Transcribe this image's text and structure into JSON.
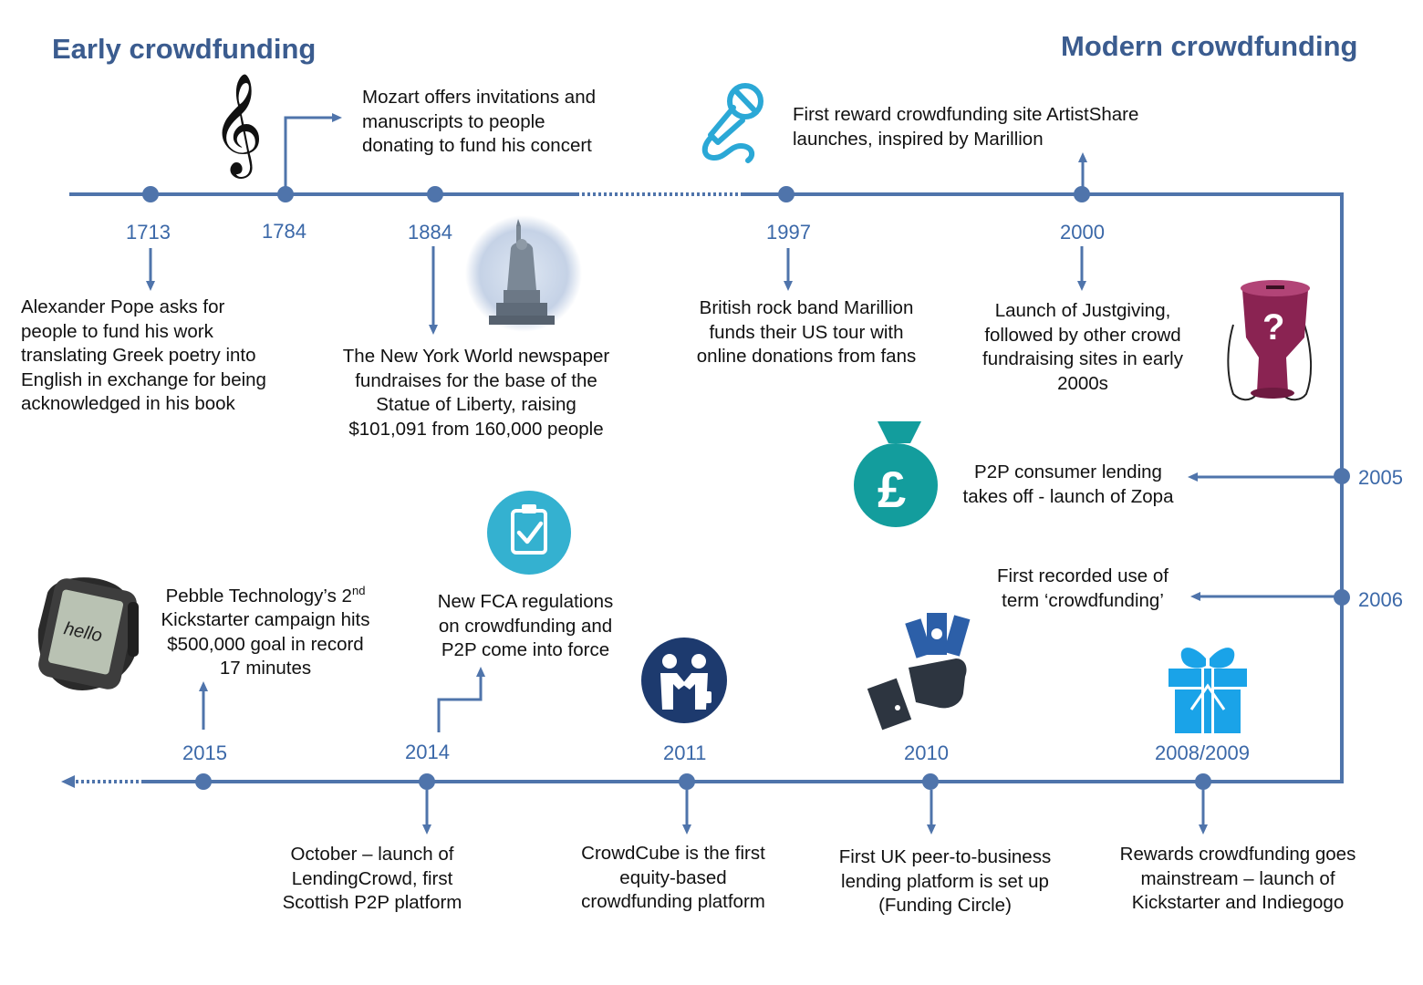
{
  "headings": {
    "early": "Early crowdfunding",
    "modern": "Modern crowdfunding"
  },
  "colors": {
    "line": "#4f74ab",
    "heading": "#3b5c8f",
    "year": "#3b68a8",
    "text": "#111111",
    "teal": "#139d9d",
    "light_blue": "#2ba8d6",
    "navy": "#1d3a6e",
    "plum": "#8a2352",
    "gift_blue": "#1aa3e8"
  },
  "icons": {
    "treble_clef": "treble-clef-icon",
    "microphone": "microphone-icon",
    "statue": "statue-of-liberty-icon",
    "donation_box": "donation-box-icon",
    "money_bag": "pound-money-bag-icon",
    "clipboard": "clipboard-check-icon",
    "handshake": "handshake-icon",
    "cash_hand": "hand-with-cash-icon",
    "gift": "gift-box-icon",
    "smartwatch": "smartwatch-icon"
  },
  "events": {
    "e1713": {
      "year": "1713",
      "lines": [
        "Alexander Pope asks for",
        "people to fund his work",
        "translating Greek poetry into",
        "English in exchange for being",
        "acknowledged in his book"
      ]
    },
    "e1784": {
      "year": "1784",
      "lines": [
        "Mozart offers invitations and",
        "manuscripts to people",
        "donating to fund his concert"
      ]
    },
    "e1884": {
      "year": "1884",
      "lines": [
        "The New York World newspaper",
        "fundraises for the base of the",
        "Statue of Liberty, raising",
        "$101,091 from 160,000 people"
      ]
    },
    "e1997": {
      "year": "1997",
      "lines": [
        "British rock band Marillion",
        "funds their US tour with",
        "online donations from fans"
      ]
    },
    "e2000_top": {
      "lines": [
        "First reward crowdfunding site ArtistShare",
        "launches, inspired by Marillion"
      ]
    },
    "e2000": {
      "year": "2000",
      "lines": [
        "Launch of Justgiving,",
        "followed by other crowd",
        "fundraising sites in early",
        "2000s"
      ]
    },
    "e2005": {
      "year": "2005",
      "lines": [
        "P2P consumer lending",
        "takes off - launch of Zopa"
      ]
    },
    "e2006": {
      "year": "2006",
      "lines": [
        "First recorded use of",
        "term ‘crowdfunding’"
      ]
    },
    "e2008": {
      "year": "2008/2009",
      "lines": [
        "Rewards crowdfunding goes",
        "mainstream – launch of",
        "Kickstarter and Indiegogo"
      ]
    },
    "e2010": {
      "year": "2010",
      "lines": [
        "First UK peer-to-business",
        "lending platform is set up",
        "(Funding Circle)"
      ]
    },
    "e2011": {
      "year": "2011",
      "lines": [
        "CrowdCube is the first",
        "equity-based",
        "crowdfunding platform"
      ]
    },
    "e2014": {
      "year": "2014",
      "lines": [
        "October – launch of",
        "LendingCrowd, first",
        "Scottish P2P platform"
      ]
    },
    "e2014_top": {
      "lines": [
        "New FCA regulations",
        "on crowdfunding and",
        "P2P come into force"
      ]
    },
    "e2015": {
      "year": "2015",
      "line1": "Pebble Technology’s 2",
      "line1_sup": "nd",
      "lines": [
        "Kickstarter campaign hits",
        "$500,000 goal in record",
        "17 minutes"
      ]
    },
    "watch_screen_text": "hello"
  }
}
